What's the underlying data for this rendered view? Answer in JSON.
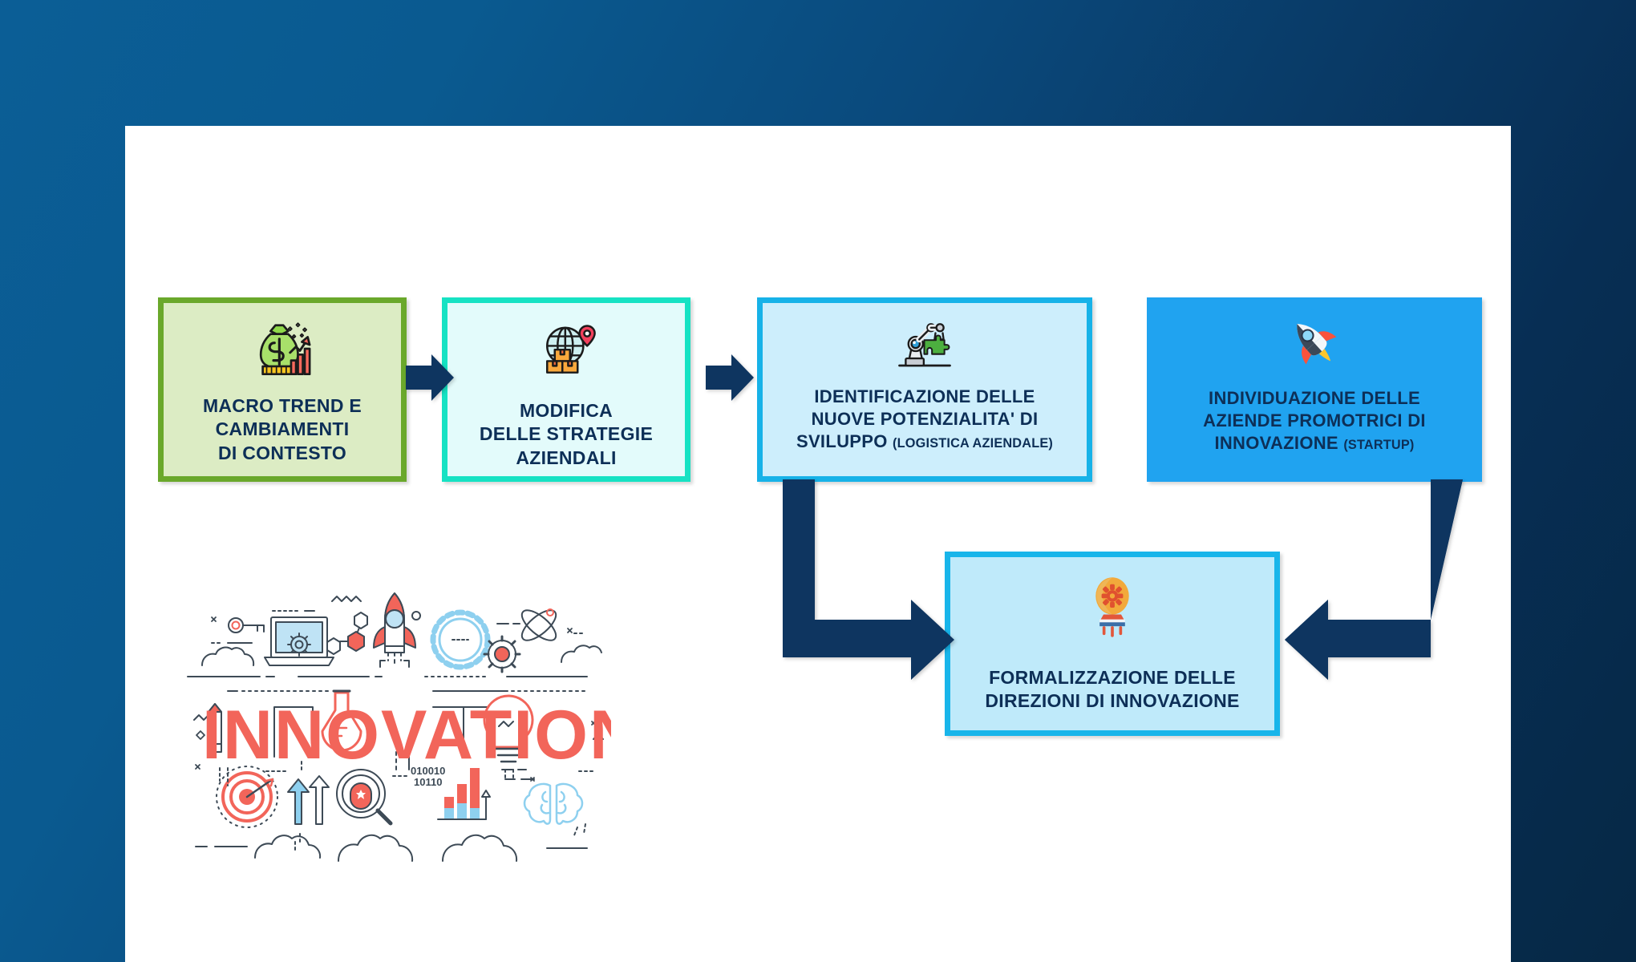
{
  "palette": {
    "background_dark_blue": "#0b5e96",
    "background_navy": "#062845",
    "slide_white": "#ffffff",
    "arrow_navy": "#0e3560",
    "text_navy": "#0d2f57",
    "box1_border_green": "#6aa82b",
    "box1_fill_green": "#dcecc4",
    "box2_border_turquoise": "#16e2c3",
    "box2_fill_turquoise": "#e3fbfb",
    "box3_border_blue": "#17b2e8",
    "box3_fill_blue": "#cdeefc",
    "box4_fill_blue": "#20a3f0",
    "box5_border_blue": "#18b5ea",
    "box5_fill_blue": "#bfeafa"
  },
  "diagram": {
    "boxes": [
      {
        "id": "box1",
        "icon": "money-bag-growth-chart-icon",
        "label": "MACRO TREND E\nCAMBIAMENTI\nDI CONTESTO",
        "sub": ""
      },
      {
        "id": "box2",
        "icon": "globe-logistics-pin-icon",
        "label": "MODIFICA\nDELLE STRATEGIE\nAZIENDALI",
        "sub": ""
      },
      {
        "id": "box3",
        "icon": "robot-arm-puzzle-icon",
        "label": "IDENTIFICAZIONE DELLE\nNUOVE POTENZIALITA' DI\nSVILUPPO ",
        "sub": "(LOGISTICA AZIENDALE)"
      },
      {
        "id": "box4",
        "icon": "rocket-icon",
        "label": "INDIVIDUAZIONE DELLE\nAZIENDE PROMOTRICI DI\nINNOVAZIONE ",
        "sub": "(STARTUP)"
      },
      {
        "id": "box5",
        "icon": "gear-balloon-rocket-icon",
        "label": "FORMALIZZAZIONE DELLE\nDIREZIONI DI INNOVAZIONE",
        "sub": ""
      }
    ],
    "arrows": [
      {
        "id": "arrow1",
        "shape": "right-arrow-icon",
        "from": "box1",
        "to": "box2"
      },
      {
        "id": "arrow2",
        "shape": "right-arrow-icon",
        "from": "box2",
        "to": "box3"
      },
      {
        "id": "elbow-left",
        "shape": "elbow-down-right-arrow-icon",
        "from": "box3",
        "to": "box5"
      },
      {
        "id": "elbow-right",
        "shape": "elbow-down-left-arrow-icon",
        "from": "box4",
        "to": "box5"
      }
    ]
  },
  "illustration": {
    "name": "innovation-wordmark-illustration",
    "word": "INNOVATION",
    "binary_label_1": "010010",
    "binary_label_2": "10110",
    "elements": [
      "pencil",
      "laptop-gear",
      "key",
      "cloud",
      "molecule",
      "rocket",
      "gear-cog",
      "atom",
      "flask",
      "lightbulb",
      "brain",
      "target-dartboard",
      "arrows-up",
      "magnifier-shield",
      "bar-chart"
    ]
  }
}
